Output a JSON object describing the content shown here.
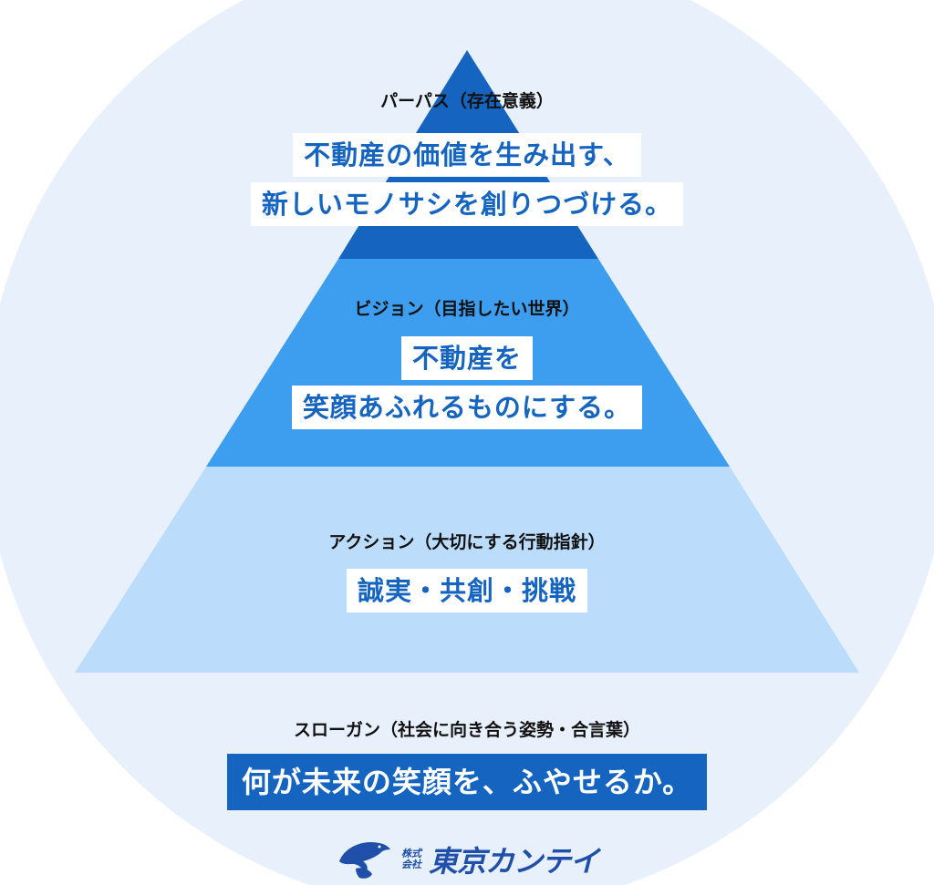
{
  "colors": {
    "background_circle": "#e8f1fb",
    "tier_top": "#1565c0",
    "tier_middle": "#3d9ef0",
    "tier_bottom": "#bcdcfb",
    "text_accent": "#1565c0",
    "slogan_bg": "#1565c0"
  },
  "purpose": {
    "label": "パーパス（存在意義）",
    "line1": "不動産の価値を生み出す、",
    "line2": "新しいモノサシを創りつづける。"
  },
  "vision": {
    "label": "ビジョン（目指したい世界）",
    "line1": "不動産を",
    "line2": "笑顔あふれるものにする。"
  },
  "action": {
    "label": "アクション（大切にする行動指針）",
    "line1": "誠実・共創・挑戦"
  },
  "slogan": {
    "label": "スローガン（社会に向き合う姿勢・合言葉）",
    "text": "何が未来の笑顔を、ふやせるか。"
  },
  "logo": {
    "kaisha_top": "株式",
    "kaisha_bottom": "会社",
    "name": "東京カンテイ",
    "icon": "dolphin-icon"
  }
}
